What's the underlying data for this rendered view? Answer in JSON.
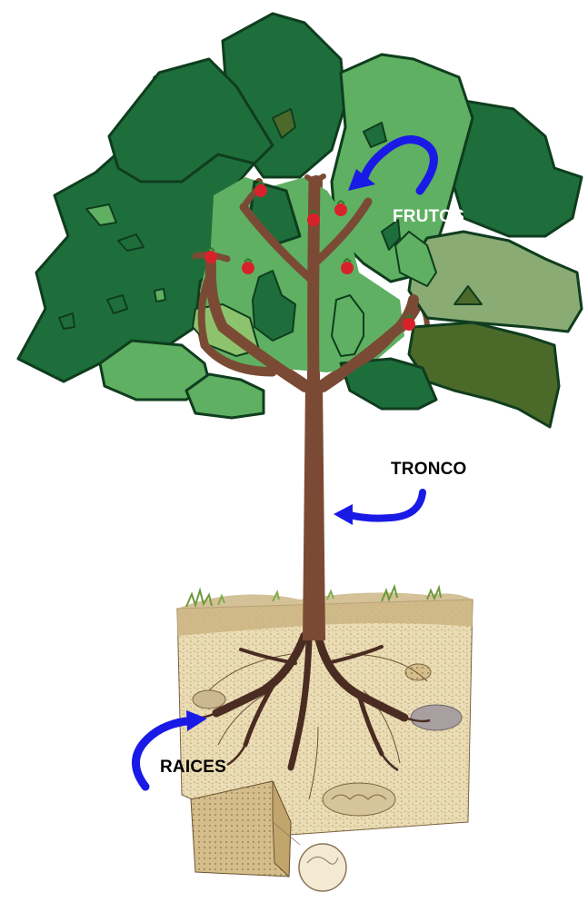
{
  "labels": {
    "frutos": "FRUTOS",
    "tronco": "TRONCO",
    "raices": "RAICES"
  },
  "colors": {
    "leaf_dark": "#1e6e3c",
    "leaf_mid": "#3f9a55",
    "leaf_light": "#5fb062",
    "leaf_pale": "#8aab74",
    "leaf_olive": "#4b6a2a",
    "outline": "#0f3d1e",
    "trunk": "#7b4a35",
    "root": "#4a2c22",
    "fruit": "#d8222b",
    "arrow": "#1a1ae6",
    "soil": "#e8d7ae"
  },
  "icons": {
    "arrow_frutos": "curved-arrow-icon",
    "arrow_tronco": "curved-arrow-icon",
    "arrow_raices": "curved-arrow-icon"
  }
}
